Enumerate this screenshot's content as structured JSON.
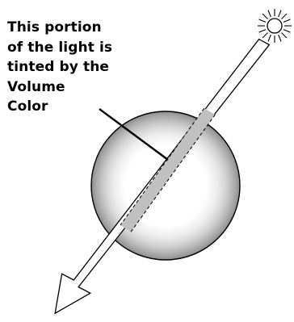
{
  "caption": {
    "lines": [
      "This portion",
      "of the light is",
      "tinted by the",
      "Volume",
      "Color"
    ]
  },
  "icons": {
    "light_source": "sun-icon"
  },
  "colors": {
    "sphere_edge": "#8c8c8c",
    "sphere_center": "#ffffff",
    "tinted_band": "#c0c0c0",
    "stroke": "#000000"
  }
}
